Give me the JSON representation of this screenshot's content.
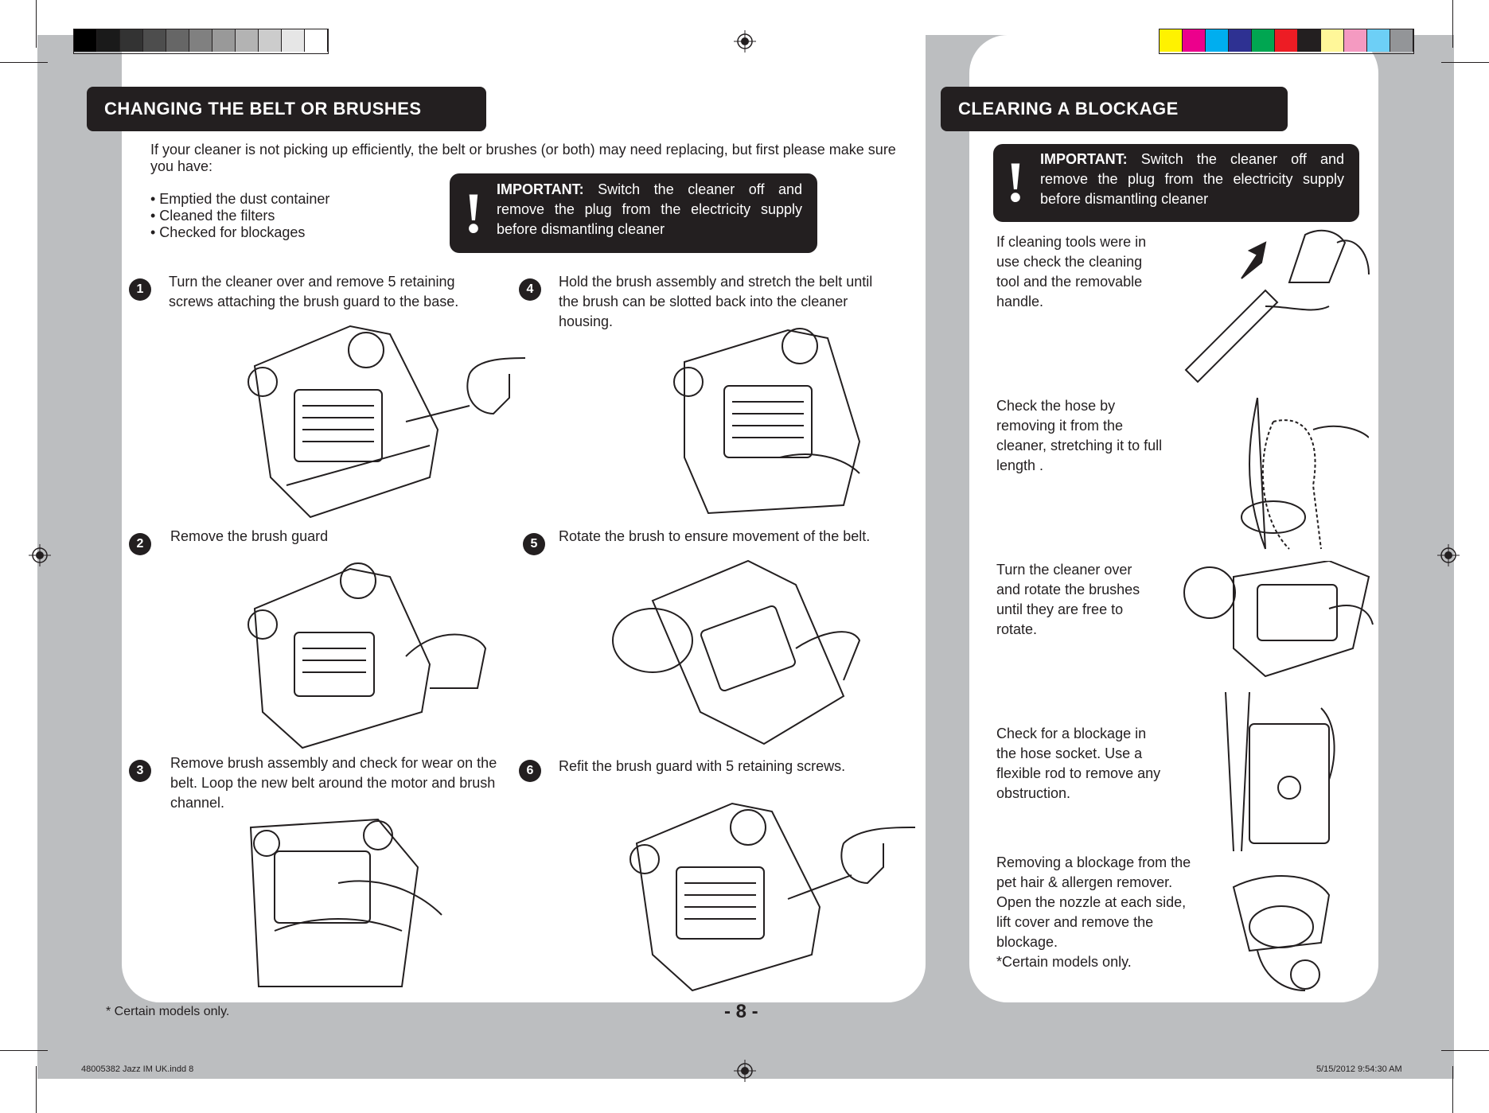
{
  "left_page": {
    "header": "CHANGING THE BELT OR BRUSHES",
    "intro": "If your cleaner is not picking up efficiently, the belt or brushes (or both) may need replacing, but first please make sure you have:",
    "checklist": [
      "• Emptied the dust container",
      "• Cleaned the filters",
      "• Checked for blockages"
    ],
    "warning": {
      "strong": "IMPORTANT:",
      "text": " Switch the cleaner off and remove the plug from the electricity supply before dismantling cleaner"
    },
    "steps": [
      {
        "num": "1",
        "text": "Turn the cleaner over and remove 5 retaining screws attaching the brush guard to the base."
      },
      {
        "num": "2",
        "text": "Remove the brush guard"
      },
      {
        "num": "3",
        "text": "Remove brush assembly and check for wear on the belt. Loop the new belt around the motor and brush channel."
      },
      {
        "num": "4",
        "text": "Hold the brush assembly and stretch the belt until the brush can be slotted back into the cleaner housing."
      },
      {
        "num": "5",
        "text": "Rotate the brush to ensure movement of the belt."
      },
      {
        "num": "6",
        "text": "Refit the brush guard with 5 retaining screws."
      }
    ],
    "footnote": "* Certain models only.",
    "page_number": "- 8 -"
  },
  "right_page": {
    "header": "CLEARING A BLOCKAGE",
    "warning": {
      "strong": "IMPORTANT:",
      "text": " Switch the cleaner off and remove the plug from the electricity supply before dismantling cleaner"
    },
    "items": [
      "If cleaning tools were in use check the cleaning tool and the removable handle.",
      "Check the hose by removing it from the cleaner, stretching it to full length .",
      "Turn the cleaner over and rotate the brushes until they are free to rotate.",
      "Check for a blockage in the hose socket. Use a flexible rod to remove any obstruction.",
      "Removing a blockage from the pet hair & allergen remover.\nOpen the nozzle at each side, lift cover and remove the blockage.\n*Certain models only."
    ]
  },
  "slug": {
    "left": "48005382 Jazz IM UK.indd   8",
    "right": "5/15/2012   9:54:30 AM"
  },
  "colors": {
    "gray_bar": [
      "#000000",
      "#1a1a1a",
      "#333333",
      "#4d4d4d",
      "#666666",
      "#808080",
      "#999999",
      "#b3b3b3",
      "#cccccc",
      "#e6e6e6",
      "#ffffff"
    ],
    "color_bar": [
      "#fff200",
      "#ec008c",
      "#00aeef",
      "#2e3192",
      "#00a651",
      "#ed1c24",
      "#231f20",
      "#fff799",
      "#f49ac1",
      "#6dcff6",
      "#939598"
    ]
  }
}
